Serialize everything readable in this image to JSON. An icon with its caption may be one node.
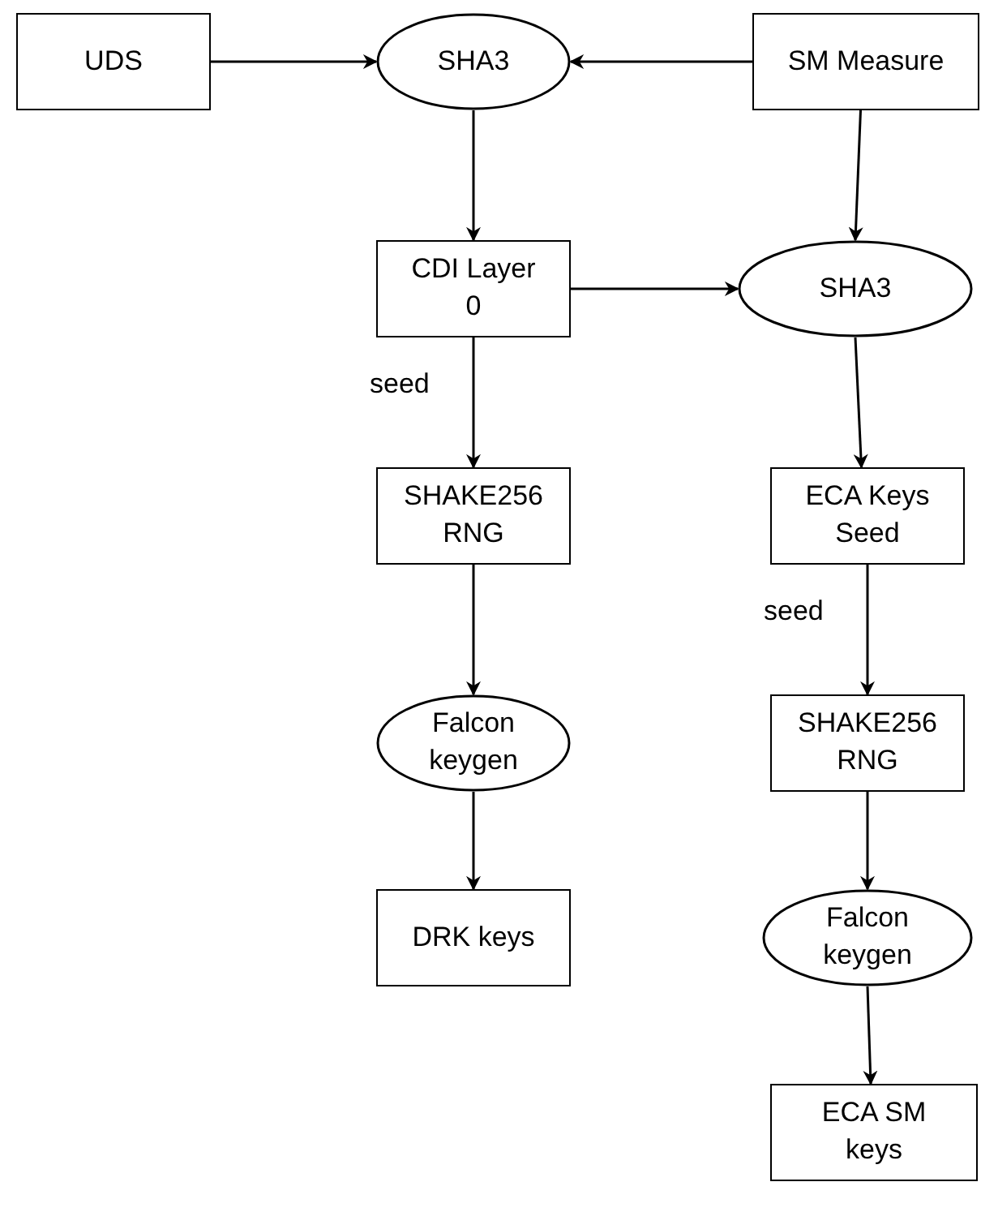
{
  "diagram": {
    "nodes": [
      {
        "text": [
          "UDS"
        ]
      },
      {
        "text": [
          "SHA3"
        ]
      },
      {
        "text": [
          "SM Measure"
        ]
      },
      {
        "text": [
          "CDI Layer 0"
        ]
      },
      {
        "text": [
          "SHA3"
        ]
      },
      {
        "text": [
          "SHAKE256 RNG"
        ]
      },
      {
        "text": [
          "ECA Keys Seed"
        ]
      },
      {
        "text": [
          "Falcon keygen"
        ]
      },
      {
        "text": [
          "SHAKE256 RNG"
        ]
      },
      {
        "text": [
          "DRK keys"
        ]
      },
      {
        "text": [
          "Falcon keygen"
        ]
      },
      {
        "text": [
          "ECA SM keys"
        ]
      }
    ],
    "edges": [
      {
        "from": 0,
        "to": 1,
        "arrow": "to"
      },
      {
        "from": 2,
        "to": 1,
        "arrow": "to"
      },
      {
        "from": 1,
        "to": 3,
        "arrow": "to"
      },
      {
        "from": 2,
        "to": 4,
        "arrow": "to"
      },
      {
        "from": 3,
        "to": 4,
        "arrow": "to"
      },
      {
        "from": 3,
        "to": 5,
        "label": "seed",
        "arrow": "to"
      },
      {
        "from": 4,
        "to": 6,
        "arrow": "to"
      },
      {
        "from": 5,
        "to": 7,
        "arrow": "to"
      },
      {
        "from": 6,
        "to": 8,
        "label": "seed",
        "arrow": "to"
      },
      {
        "from": 7,
        "to": 9,
        "arrow": "to"
      },
      {
        "from": 8,
        "to": 10,
        "arrow": "to"
      },
      {
        "from": 10,
        "to": 11,
        "arrow": "to"
      }
    ]
  }
}
